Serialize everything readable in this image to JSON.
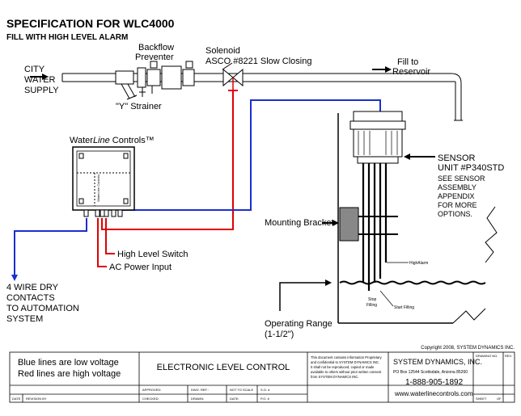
{
  "title": "SPECIFICATION FOR WLC4000",
  "subtitle": "FILL WITH HIGH LEVEL ALARM",
  "labels": {
    "city_line1": "CITY",
    "city_line2": "WATER",
    "city_line3": "SUPPLY",
    "backflow_line1": "Backflow",
    "backflow_line2": "Preventer",
    "solenoid_line1": "Solenoid",
    "solenoid_line2": "ASCO #8221 Slow Closing",
    "fill_line1": "Fill to",
    "fill_line2": "Reservoir",
    "strainer": "\"Y\" Strainer",
    "controls_prefix": "Water",
    "controls_italic": "Line",
    "controls_suffix": " Controls™",
    "panel_side_text": "WaterLine Controls",
    "sensor_line1": "SENSOR",
    "sensor_line2": "UNIT  #P340STD",
    "sensor_line3": "SEE SENSOR",
    "sensor_line4": "ASSEMBLY",
    "sensor_line5": "APPENDIX",
    "sensor_line6": "FOR MORE",
    "sensor_line7": "OPTIONS.",
    "mounting_bracket": "Mounting Bracket",
    "high_level_switch": "High Level Switch",
    "ac_power_input": "AC Power Input",
    "high_alarm": "HighAlarm",
    "stop_filling_1": "Stop",
    "stop_filling_2": "Filling",
    "start_filling": "Start Filling",
    "contacts_line1": "4 WIRE DRY",
    "contacts_line2": "CONTACTS",
    "contacts_line3": "TO AUTOMATION",
    "contacts_line4": "SYSTEM",
    "range_line1": "Operating Range",
    "range_line2": "(1-1/2\")",
    "copyright": "Copyright 2008, SYSTEM DYNAMICS  INC."
  },
  "title_block": {
    "legend_blue": "Blue lines are low voltage",
    "legend_red": "Red lines are high voltage",
    "drawing_title": "ELECTRONIC LEVEL CONTROL",
    "notice_line1": "This document contains information Proprietary",
    "notice_line2": "and confidential to SYSTEM DYNAMICS INC.",
    "notice_line3": "It shall not be reproduced, copied or made",
    "notice_line4": "available to others without prior written consent",
    "notice_line5": "from SYSTEM DYNAMICS INC.",
    "company": "SYSTEM DYNAMICS, INC.",
    "address": "PO Box 12544   Scottsdale, Arizona 85260",
    "phone": "1-888-905-1892",
    "website": "www.waterlinecontrols.com",
    "drawing_no": "DRAWING NO.",
    "rev": "REV.",
    "approved": "APPROVED:",
    "dwg_ref": "DWG. REF.:",
    "not_to_scale": "NOT TO SCALE",
    "so": "S.O. #",
    "checked": "CHECKED:",
    "drawn": "DRAWN:",
    "date_cell": "DATE:",
    "po": "P.O. #",
    "date_col": "DATE",
    "revision_by": "REVISION  BY",
    "sheet": "SHEET",
    "of": "OF"
  },
  "colors": {
    "high_voltage": "#e00000",
    "low_voltage": "#1a2fd0",
    "pipe": "#000000"
  }
}
